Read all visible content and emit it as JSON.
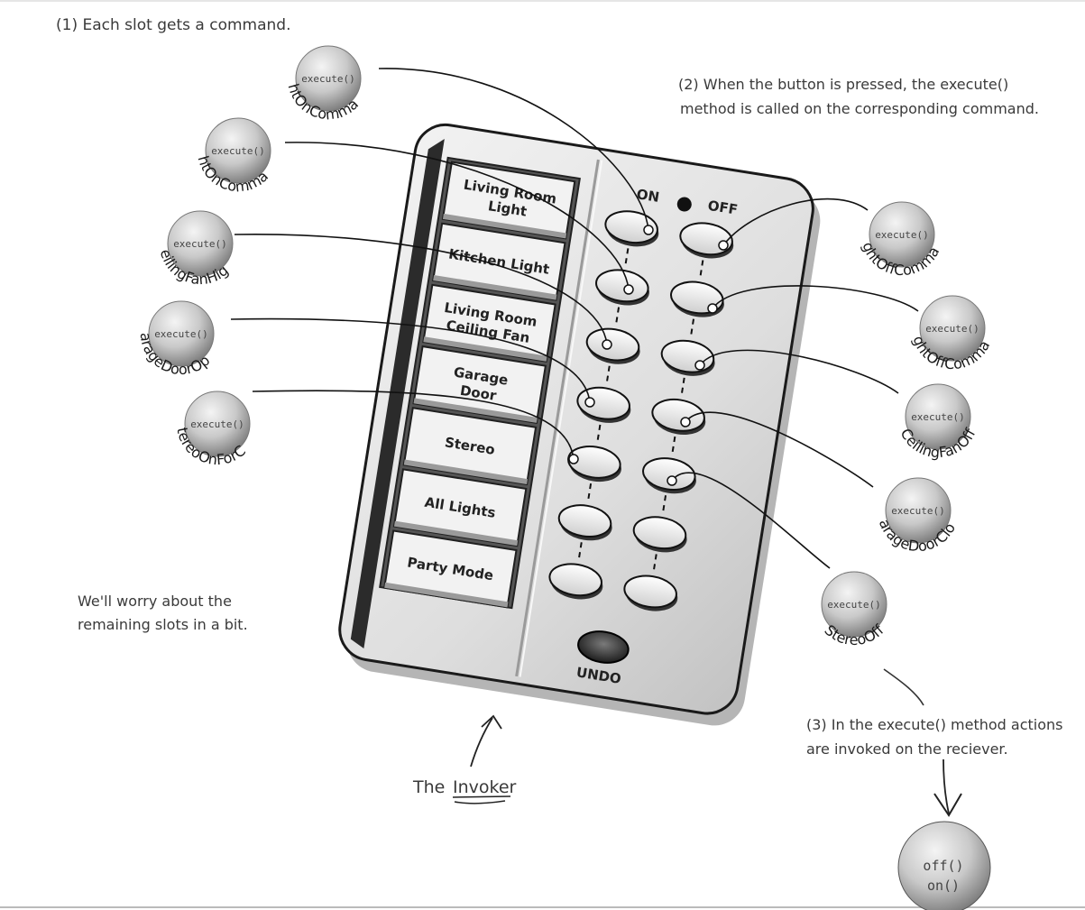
{
  "annotations": {
    "step1": "(1) Each slot gets a command.",
    "step2_line1": "(2) When the button is pressed, the execute()",
    "step2_line2": "method is called on the corresponding command.",
    "step3_line1": "(3) In the execute() method actions",
    "step3_line2": "are invoked on the reciever.",
    "remaining_line1": "We'll worry about the",
    "remaining_line2": "remaining slots in a bit.",
    "invoker_prefix": "The",
    "invoker_word": "Invoker"
  },
  "remote": {
    "on_label": "ON",
    "off_label": "OFF",
    "undo_label": "UNDO",
    "slot_labels": [
      [
        "Living Room",
        "Light"
      ],
      [
        "Kitchen Light"
      ],
      [
        "Living Room",
        "Ceiling Fan"
      ],
      [
        "Garage",
        "Door"
      ],
      [
        "Stereo"
      ],
      [
        "All Lights"
      ],
      [
        "Party Mode"
      ]
    ]
  },
  "on_commands": [
    {
      "method": "execute()",
      "name": "LightOnCommand"
    },
    {
      "method": "execute()",
      "name": "LightOnCommand"
    },
    {
      "method": "execute()",
      "name": "CeilingFanHigh"
    },
    {
      "method": "execute()",
      "name": "GarageDoorOpen"
    },
    {
      "method": "execute()",
      "name": "StereoOnForCD"
    }
  ],
  "off_commands": [
    {
      "method": "execute()",
      "name": "LightOffCommand"
    },
    {
      "method": "execute()",
      "name": "LightOffCommand"
    },
    {
      "method": "execute()",
      "name": "CeilingFanOff"
    },
    {
      "method": "execute()",
      "name": "GarageDoorClose"
    },
    {
      "method": "execute()",
      "name": "StereoOff"
    }
  ],
  "receiver": {
    "method1": "off()",
    "method2": "on()"
  },
  "colors": {
    "remote_body": "#e4e4e4",
    "remote_shadow": "#1e1e1e",
    "sphere_light": "#f0f0f0",
    "sphere_dark": "#8a8a8a",
    "ink": "#222222"
  }
}
